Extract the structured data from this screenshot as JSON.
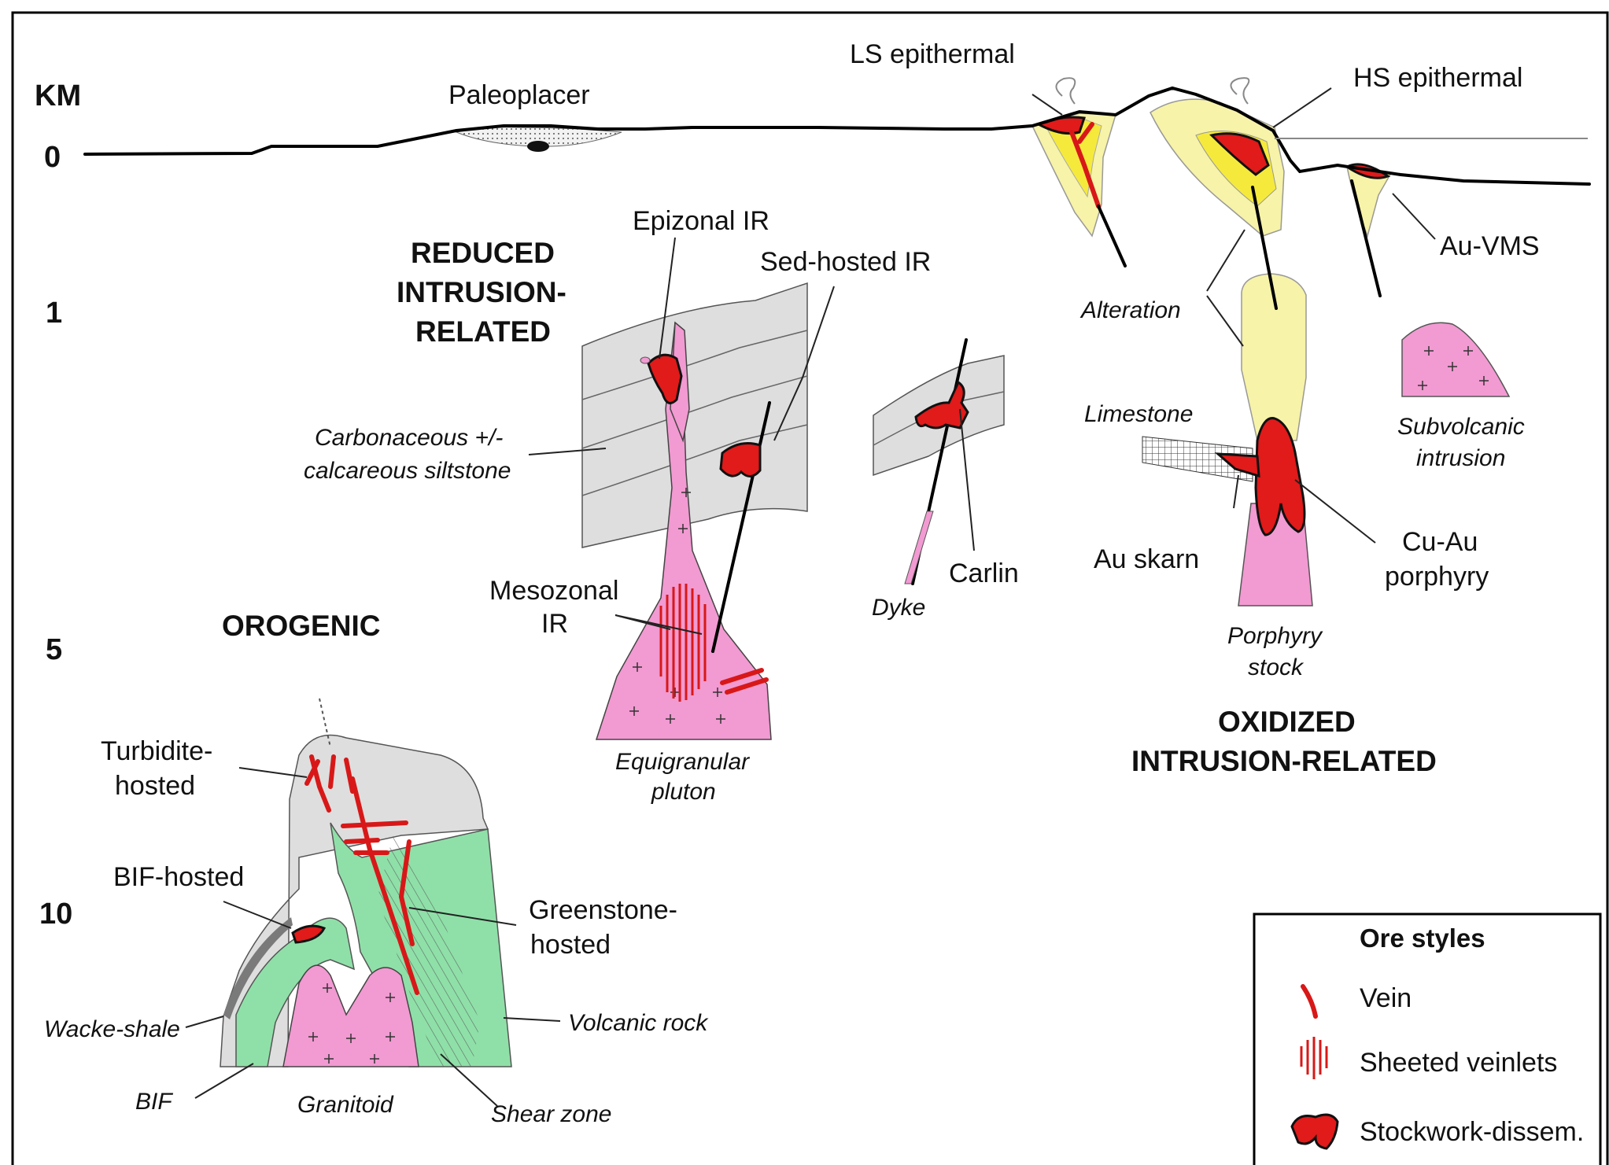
{
  "depth_axis": {
    "unit": "KM",
    "ticks": [
      "0",
      "1",
      "5",
      "10"
    ]
  },
  "headings": {
    "reduced": [
      "REDUCED",
      "INTRUSION-",
      "RELATED"
    ],
    "orogenic": "OROGENIC",
    "oxidized": [
      "OXIDIZED",
      "INTRUSION-RELATED"
    ]
  },
  "deposit_labels": {
    "paleoplacer": "Paleoplacer",
    "ls_epithermal": "LS epithermal",
    "hs_epithermal": "HS epithermal",
    "au_vms": "Au-VMS",
    "epizonal_ir": "Epizonal IR",
    "sed_hosted_ir": "Sed-hosted IR",
    "mesozonal_ir": [
      "Mesozonal",
      "IR"
    ],
    "carlin": "Carlin",
    "au_skarn": "Au skarn",
    "cu_au_porphyry": [
      "Cu-Au",
      "porphyry"
    ],
    "turbidite_hosted": [
      "Turbidite-",
      "hosted"
    ],
    "bif_hosted": "BIF-hosted",
    "greenstone_hosted": [
      "Greenstone-",
      "hosted"
    ]
  },
  "rock_labels": {
    "alteration": "Alteration",
    "limestone": "Limestone",
    "subvolcanic_intrusion": [
      "Subvolcanic",
      "intrusion"
    ],
    "carbonaceous_siltstone": [
      "Carbonaceous +/-",
      "calcareous siltstone"
    ],
    "dyke": "Dyke",
    "porphyry_stock": [
      "Porphyry",
      "stock"
    ],
    "equigranular_pluton": [
      "Equigranular",
      "pluton"
    ],
    "wacke_shale": "Wacke-shale",
    "bif": "BIF",
    "granitoid": "Granitoid",
    "shear_zone": "Shear zone",
    "volcanic_rock": "Volcanic rock"
  },
  "legend": {
    "title": "Ore styles",
    "items": [
      "Vein",
      "Sheeted veinlets",
      "Stockwork-dissem."
    ]
  },
  "colors": {
    "ore": "#e11a1a",
    "intrusion_pink": "#f29ad2",
    "sediment_grey": "#dedede",
    "greenstone": "#8fe0a8",
    "alteration_yellow": "#f7f3a8",
    "alteration_inner": "#f5ea3c"
  }
}
